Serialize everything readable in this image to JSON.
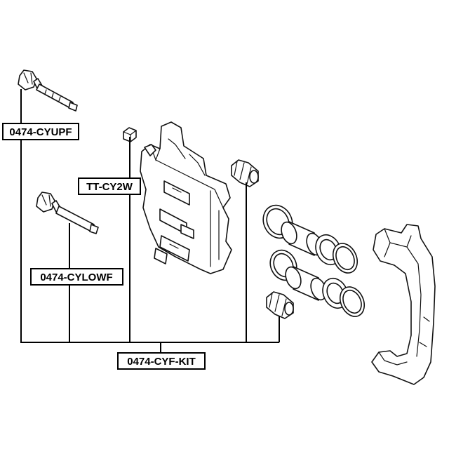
{
  "labels": {
    "upper_pin": "0474-CYUPF",
    "bushing": "TT-CY2W",
    "lower_pin": "0474-CYLOWF",
    "kit": "0474-CYF-KIT"
  },
  "icons": {
    "upper_pin": "upper-guide-pin-bolt",
    "lower_pin": "lower-guide-pin-bolt",
    "bushing": "pin-bushing",
    "boot": "dust-boot",
    "caliper": "caliper-housing",
    "pistons": "piston-seal-set",
    "bracket": "caliper-bracket"
  },
  "colors": {
    "line": "#000000",
    "background": "#ffffff"
  }
}
